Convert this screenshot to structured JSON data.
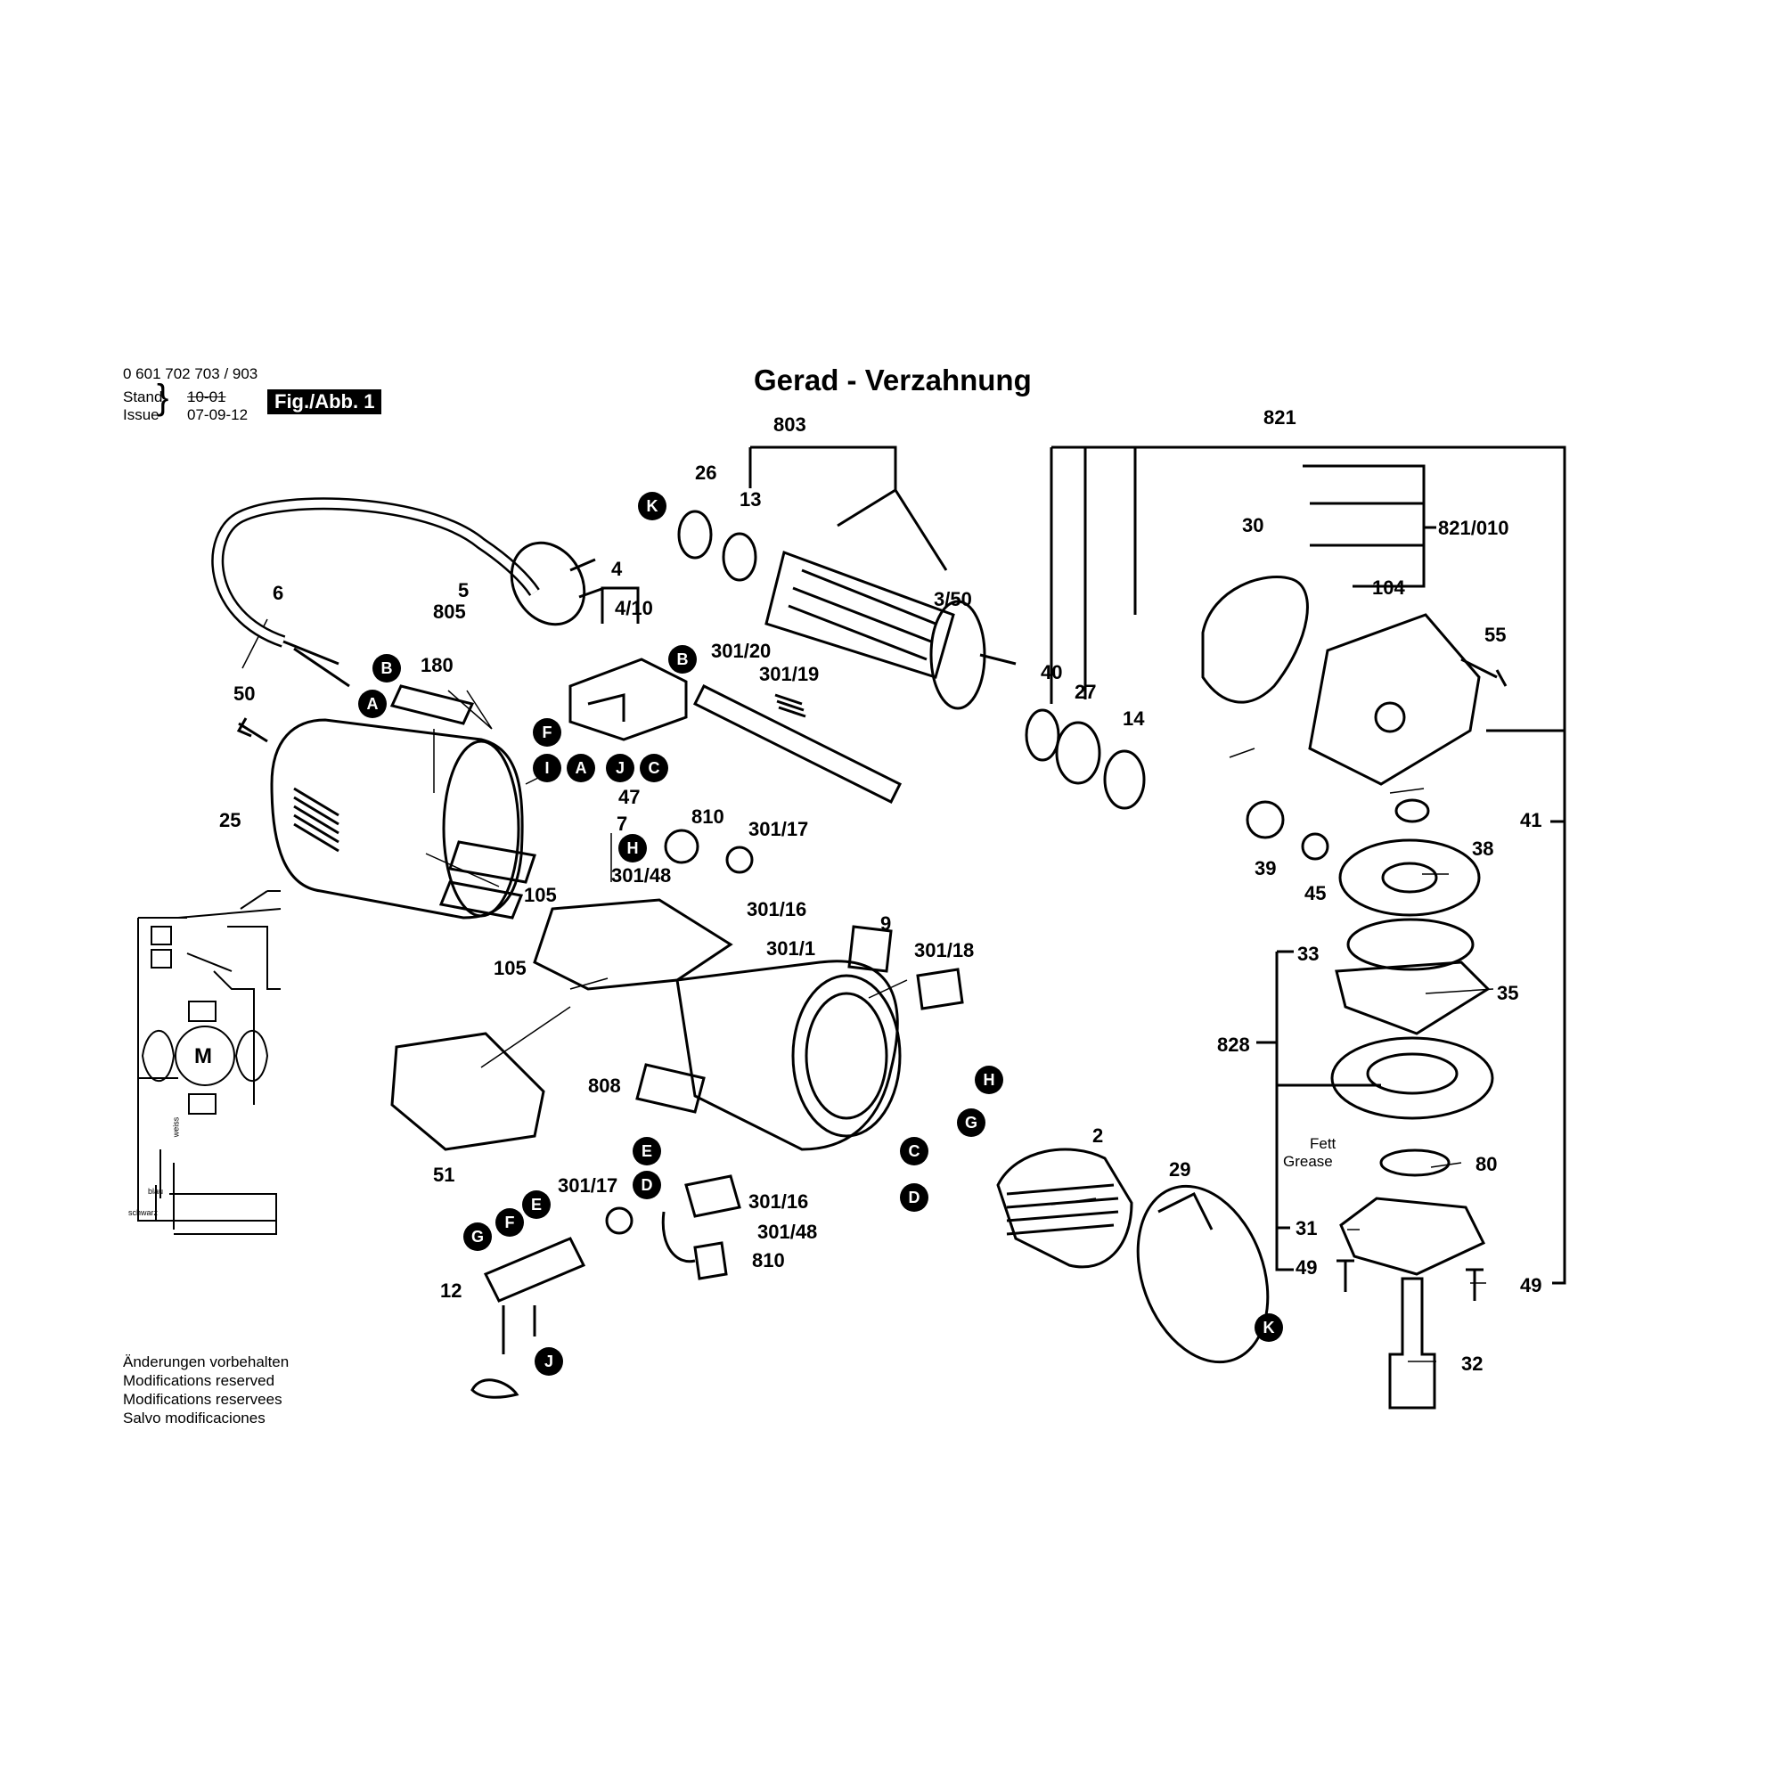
{
  "header": {
    "part_number": "0 601 702 703 / 903",
    "stand_label": "Stand",
    "stand_date": "10-01",
    "issue_label": "Issue",
    "issue_date": "07-09-12",
    "figure_label": "Fig./Abb. 1",
    "title": "Gerad - Verzahnung"
  },
  "footer": {
    "lines": [
      "Änderungen vorbehalten",
      "Modifications reserved",
      "Modifications reservees",
      "Salvo modificaciones"
    ]
  },
  "part_labels": {
    "p803": "803",
    "p821": "821",
    "p821_010": "821/010",
    "p26": "26",
    "p13": "13",
    "p30": "30",
    "p104": "104",
    "p4": "4",
    "p4_10": "4/10",
    "p5": "5",
    "p805": "805",
    "p6": "6",
    "p3_50": "3/50",
    "p301_20": "301/20",
    "p301_19": "301/19",
    "p55": "55",
    "p180": "180",
    "p50": "50",
    "p40": "40",
    "p27": "27",
    "p14": "14",
    "p25": "25",
    "p47": "47",
    "p7": "7",
    "p810a": "810",
    "p301_17a": "301/17",
    "p41": "41",
    "p39": "39",
    "p45": "45",
    "p38": "38",
    "p301_48a": "301/48",
    "p105a": "105",
    "p301_16a": "301/16",
    "p9": "9",
    "p301_1": "301/1",
    "p301_18": "301/18",
    "p105b": "105",
    "p33": "33",
    "p35": "35",
    "p828": "828",
    "p808": "808",
    "p2": "2",
    "p29": "29",
    "p51": "51",
    "p301_17b": "301/17",
    "p301_16b": "301/16",
    "p301_48b": "301/48",
    "p810b": "810",
    "p80": "80",
    "p31": "31",
    "p49a": "49",
    "p49b": "49",
    "p12": "12",
    "p32": "32"
  },
  "grease_note": {
    "fett": "Fett",
    "grease": "Grease"
  },
  "wire_labels": {
    "weiss": "weiss",
    "blau": "blau",
    "schwarz": "schwarz"
  },
  "motor_symbol": "M",
  "connectors": {
    "k1": "K",
    "b1": "B",
    "a1": "A",
    "b2": "B",
    "f1": "F",
    "i1": "I",
    "a2": "A",
    "j1": "J",
    "c1": "C",
    "h1": "H",
    "h2": "H",
    "g1": "G",
    "c2": "C",
    "d1": "D",
    "e1": "E",
    "d2": "D",
    "g2": "G",
    "f2": "F",
    "e2": "E",
    "j2": "J",
    "k2": "K"
  }
}
